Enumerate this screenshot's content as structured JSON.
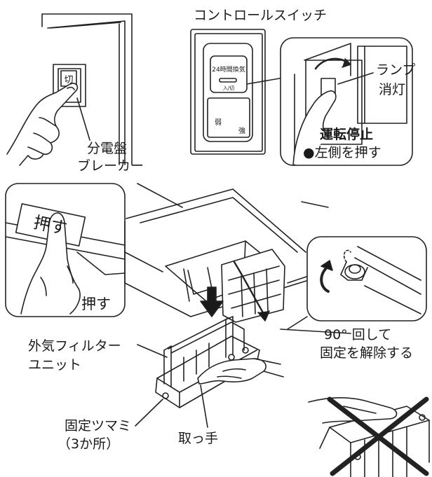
{
  "labels": {
    "control_switch": "コントロールスイッチ",
    "breaker_line1": "分電盤",
    "breaker_line2": "ブレーカー",
    "lamp_line1": "ランプ",
    "lamp_line2": "消灯",
    "stop_title": "運転停止",
    "stop_instruction": "●左側を押す",
    "push": "押す",
    "rotate_line1": "90° 回して",
    "rotate_line2": "固定を解除する",
    "filter_unit_line1": "外気フィルター",
    "filter_unit_line2": "ユニット",
    "knob_line1": "固定ツマミ",
    "knob_line2": "（3か所）",
    "handle": "取っ手"
  },
  "switch_panel": {
    "top_text": "24時間換気",
    "sub_text": "入/切",
    "left_text": "弱",
    "right_text": "強"
  },
  "breaker_switch_text": "切",
  "push_tag_text": "押す"
}
